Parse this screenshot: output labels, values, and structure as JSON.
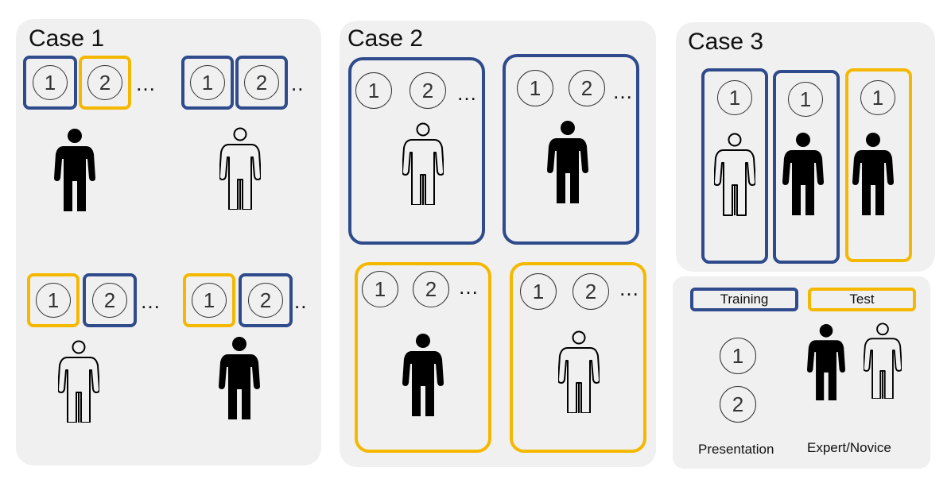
{
  "colors": {
    "training": "#2f4b8c",
    "test": "#f5b800",
    "panel": "#f0f0f0"
  },
  "case1": {
    "title": "Case 1",
    "groups": [
      {
        "items": [
          "1",
          "2"
        ],
        "ellipsis": "…"
      },
      {
        "items": [
          "1",
          "2"
        ],
        "ellipsis": ".."
      },
      {
        "items": [
          "1",
          "2"
        ],
        "ellipsis": "…"
      },
      {
        "items": [
          "1",
          "2"
        ],
        "ellipsis": ".."
      }
    ]
  },
  "case2": {
    "title": "Case 2",
    "groups": [
      {
        "items": [
          "1",
          "2"
        ],
        "ellipsis": "…"
      },
      {
        "items": [
          "1",
          "2"
        ],
        "ellipsis": "…"
      },
      {
        "items": [
          "1",
          "2"
        ],
        "ellipsis": "…"
      },
      {
        "items": [
          "1",
          "2"
        ],
        "ellipsis": "…"
      }
    ]
  },
  "case3": {
    "title": "Case 3",
    "items": [
      "1",
      "1",
      "1"
    ]
  },
  "legend": {
    "training": "Training",
    "test": "Test",
    "presentation_items": [
      "1",
      "2"
    ],
    "presentation_label": "Presentation",
    "person_label": "Expert/Novice"
  },
  "icons": {
    "expert": "person-filled-icon",
    "novice": "person-outline-icon"
  }
}
